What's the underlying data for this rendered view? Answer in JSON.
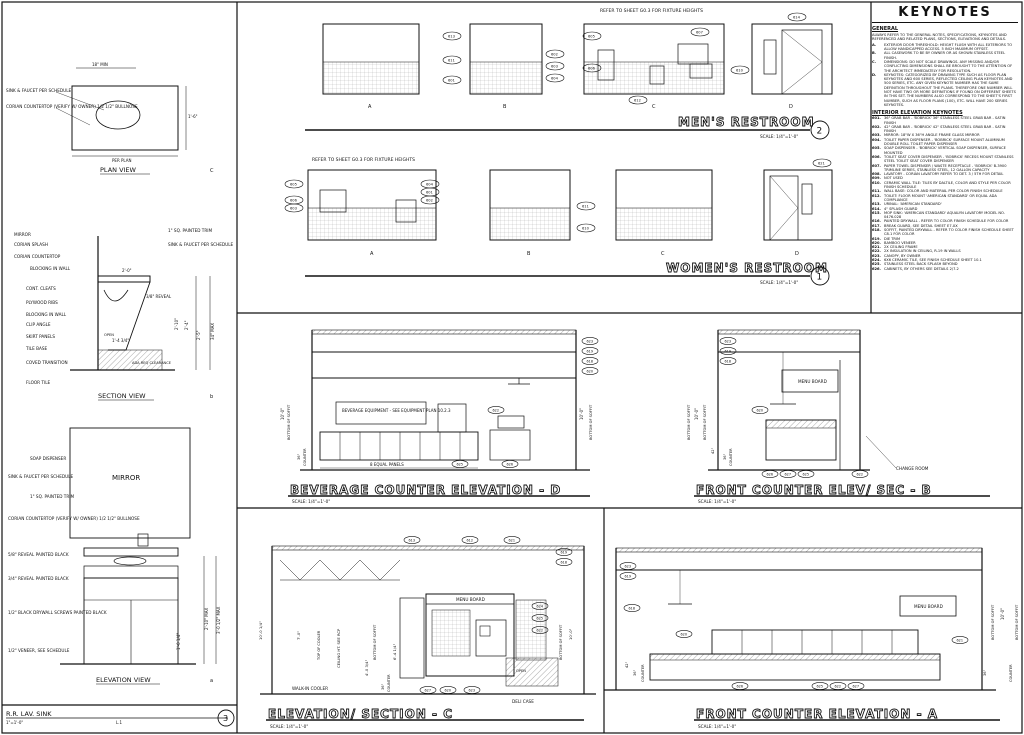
{
  "keynotes": {
    "title": "KEYNOTES",
    "general_heading": "GENERAL",
    "general_intro": "ALWAYS REFER TO THE GENERAL NOTES, SPECIFICATIONS, KEYNOTES AND REFERENCED AND RELATED PLANS, SECTIONS, ELEVATIONS AND DETAILS.",
    "general_notes": [
      {
        "id": "A.",
        "text": "EXTERIOR DOOR THRESHOLD: HEIGHT FLUSH WITH ALL EXTERIORS TO ALLOW HANDICAPPED ACCESS. 5 INCH MAXIMUM OFFSET."
      },
      {
        "id": "B.",
        "text": "ALL CASEWORK TO BE BY OWNER OR AS SHOWN STAINLESS STEEL FINISH."
      },
      {
        "id": "C.",
        "text": "DIMENSIONS: DO NOT SCALE DRAWINGS. ANY MISSING AND/OR CONFLICTING DIMENSIONS SHALL BE BROUGHT TO THE ATTENTION OF THE ARCHITECT IMMEDIATELY FOR RESOLUTION."
      },
      {
        "id": "D.",
        "text": "KEYNOTES: CATEGORIZED BY DRAWING TYPE SUCH AS FLOOR PLAN KEYNOTES AND 600 SERIES, REFLECTED CEILING PLAN KEYNOTES AND 500 SERIES, ETC. ANY GIVEN KEYNOTE NUMBER HAS THE SAME DEFINITION THROUGHOUT THE PLANS. THEREFORE ONE NUMBER WILL NOT HAVE TWO OR MORE DEFINITIONS IF FOUND ON DIFFERENT SHEETS IN THIS SET. THE NUMBERS ALSO CORRESPOND TO THE SHEET'S FIRST NUMBER, SUCH AS FLOOR PLANS (100), ETC. WILL HAVE 200 SERIES KEYNOTES."
      }
    ],
    "interior_heading": "INTERIOR ELEVATION KEYNOTES",
    "items": [
      {
        "id": "601.",
        "text": "36\" GRAB BAR - 'BOBRICK' 36\" STAINLESS STEEL GRAB BAR - SATIN FINISH"
      },
      {
        "id": "602.",
        "text": "42\" GRAB BAR - 'BOBRICK' 42\" STAINLESS STEEL GRAB BAR - SATIN FINISH"
      },
      {
        "id": "603.",
        "text": "MIRROR: 18\"W X 36\"H ANGLE FRAME GLASS MIRROR"
      },
      {
        "id": "604.",
        "text": "TOILET PAPER DISPENSER - 'BOBRICK' SURFACE MOUNT ALUMINUM DOUBLE ROLL TOILET PAPER DISPENSER"
      },
      {
        "id": "605.",
        "text": "SOAP DISPENSER - 'BOBRICK' VERTICAL SOAP DISPENSER, SURFACE MOUNTED"
      },
      {
        "id": "606.",
        "text": "TOILET SEAT COVER DISPENSER - 'BOBRICK' RECESS MOUNT STAINLESS STEEL TOILET SEAT COVER DISPENSER"
      },
      {
        "id": "607.",
        "text": "PAPER TOWEL DISPENSER / WASTE RECEPTACLE - 'BOBRICK' B-3900 TRIMLINE SERIES, STAINLESS STEEL, 12 GALLON CAPACITY"
      },
      {
        "id": "608.",
        "text": "LAVATORY - CORIAN LAVATORY REFER TO DET. 3 / 5TH FOR DETAIL"
      },
      {
        "id": "609.",
        "text": "NOT USED"
      },
      {
        "id": "610.",
        "text": "CERAMIC WALL TILE: TILES BY DALTILE, COLOR AND STYLE PER COLOR FINISH SCHEDULE"
      },
      {
        "id": "611.",
        "text": "WALL BASE: COLOR AND MATERIAL PER COLOR FINISH SCHEDULE"
      },
      {
        "id": "612.",
        "text": "TOILET: FLOOR MOUNT 'AMERICAN STANDARD' OR EQUAL ADA COMPLIANCE"
      },
      {
        "id": "613.",
        "text": "URINAL: 'AMERICAN STANDARD'"
      },
      {
        "id": "614.",
        "text": "4\" SPLASH GUARD"
      },
      {
        "id": "615.",
        "text": "MOP SINK: 'AMERICAN STANDARD' AQUALYN LAVATORY MODEL NO. 0476.028"
      },
      {
        "id": "616.",
        "text": "PAINTED DRYWALL - REFER TO COLOR FINISH SCHEDULE FOR COLOR"
      },
      {
        "id": "617.",
        "text": "BREAK GUARD, SEE DETAIL SHEET E7.XX"
      },
      {
        "id": "618.",
        "text": "SOFFIT, PAINTED DRYWALL - REFER TO COLOR FINISH SCHEDULE SHEET C8.1 FOR COLOR"
      },
      {
        "id": "619.",
        "text": "DIE TRIM"
      },
      {
        "id": "620.",
        "text": "BAMBOO VENEER"
      },
      {
        "id": "621.",
        "text": "2X CEILING FRAME"
      },
      {
        "id": "622.",
        "text": "2X INSULATION IN CEILING, R-19 IN WALLS"
      },
      {
        "id": "623.",
        "text": "CANOPY, BY OWNER"
      },
      {
        "id": "624.",
        "text": "6X6 CERAMIC TILE, SEE FINISH SCHEDULE SHEET 10.1"
      },
      {
        "id": "625.",
        "text": "STAINLESS STEEL BACK SPLASH BEYOND"
      },
      {
        "id": "626.",
        "text": "CABINETS, BY OTHERS SEE DETAILS 2/7.2"
      }
    ]
  },
  "mens": {
    "note": "REFER TO SHEET G0.3 FOR FIXTURE HEIGHTS",
    "elevations": [
      "A",
      "B",
      "C",
      "D"
    ],
    "title": "MEN'S RESTROOM",
    "scale": "SCALE: 1/4\"=1'-0\"",
    "number": "2",
    "tags": [
      "613",
      "611",
      "601",
      "602",
      "603",
      "604",
      "605",
      "606",
      "607",
      "612",
      "610",
      "614"
    ]
  },
  "womens": {
    "note": "REFER TO SHEET G0.3 FOR FIXTURE HEIGHTS",
    "elevations": [
      "A",
      "B",
      "C",
      "D"
    ],
    "title": "WOMEN'S RESTROOM",
    "scale": "SCALE: 1/4\"=1'-0\"",
    "number": "1",
    "tags": [
      "605",
      "606",
      "603",
      "604",
      "601",
      "602",
      "611",
      "610",
      "621"
    ]
  },
  "plan_view": {
    "dims": [
      "18\" MIN",
      "1'-6\"",
      "PER PLAN"
    ],
    "labels": [
      "SINK & FAUCET PER SCHEDULE",
      "CORIAN COUNTERTOP (VERIFY W/ OWNER) 1/2 1/2\" BULLNOSE"
    ],
    "title": "PLAN VIEW",
    "letter": "C"
  },
  "section_view": {
    "labels": [
      "MIRROR",
      "CORIAN SPLASH",
      "CORIAN COUNTERTOP",
      "BLOCKING IN WALL",
      "CONT. CLEATS",
      "PLYWOOD RIBS",
      "BLOCKING IN WALL",
      "CLIP ANGLE",
      "SKIRT PANELS",
      "TILE BASE",
      "COVED TRANSITION",
      "FLOOR TILE"
    ],
    "right_labels": [
      "1\" SQ. PAINTED TRIM",
      "SINK & FAUCET PER SCHEDULE",
      "3/8\" REVEAL"
    ],
    "dims": [
      "2'-0\"",
      "1'-4 3/4\"",
      "2'-10\"",
      "2'-4\"",
      "2'-5\"",
      "34\" MAX",
      "ADA REQ CLEARANCE",
      "OPEN"
    ],
    "title": "SECTION VIEW",
    "letter": "b"
  },
  "elevation_view": {
    "labels": [
      "SOAP DISPENSER",
      "SINK & FAUCET PER SCHEDULE",
      "1\" SQ. PAINTED TRIM",
      "CORIAN COUNTERTOP (VERIFY W/ OWNER) 1/2 1/2\" BULLNOSE",
      "5/8\" REVEAL PAINTED BLACK",
      "3/4\" REVEAL PAINTED BLACK",
      "1/2\" BLACK DRYWALL SCREWS PAINTED BLACK",
      "1/2\" VENEER, SEE SCHEDULE"
    ],
    "mirror": "MIRROR",
    "dims": [
      "1'-0 1/4\"",
      "2'-10\" MAX",
      "3'-0 1/2\" MAX"
    ],
    "title": "ELEVATION VIEW",
    "letter": "a"
  },
  "rr_block": {
    "title": "R.R. LAV. SINK",
    "scale": "1\"=1'-0\"",
    "ref": "L.1",
    "number": "3"
  },
  "beverage": {
    "title": "BEVERAGE COUNTER ELEVATION - D",
    "scale": "SCALE: 1/4\"=1'-0\"",
    "note": "BEVERAGE EQUIPMENT - SEE EQUIPMENT PLAN 10.2.3",
    "dims": [
      "BOTTOM OF SOFFIT",
      "10'-0\"",
      "36\"",
      "COUNTER",
      "8 EQUAL PANELS"
    ],
    "tags": [
      "623",
      "619",
      "618",
      "620",
      "622",
      "625",
      "626"
    ]
  },
  "front_b": {
    "title": "FRONT COUNTER ELEV/ SEC - B",
    "scale": "SCALE: 1/4\"=1'-0\"",
    "menu": "MENU BOARD",
    "labels": [
      "CHANGE ROOM"
    ],
    "dims": [
      "BOTTOM OF SOFFIT",
      "10'-0\"",
      "BOTTOM OF SOFFIT",
      "42\"",
      "36\"",
      "COUNTER"
    ],
    "tags": [
      "623",
      "619",
      "618",
      "620",
      "626",
      "627",
      "625",
      "622"
    ]
  },
  "elev_c": {
    "title": "ELEVATION/ SECTION - C",
    "scale": "SCALE: 1/4\"=1'-0\"",
    "menu": "MENU BOARD",
    "labels": [
      "WALK-IN COOLER",
      "DELI CASE",
      "OPEN"
    ],
    "dims": [
      "10'-0 1/4\"",
      "7'-0\"",
      "CEILING HT. SEE RCP",
      "BOTTOM OF SOFFIT",
      "6'-4 1/4\"",
      "4'-0 3/4\"",
      "BOTTOM OF SOFFIT",
      "10'-0\"",
      "TOP OF COOLER",
      "36\"",
      "COUNTER"
    ],
    "tags": [
      "613",
      "612",
      "621",
      "624",
      "625",
      "622",
      "627",
      "620",
      "623",
      "619",
      "618"
    ]
  },
  "front_a": {
    "title": "FRONT COUNTER ELEVATION - A",
    "scale": "SCALE: 1/4\"=1'-0\"",
    "menu": "MENU BOARD",
    "dims": [
      "42\"",
      "36\"",
      "COUNTER",
      "BOTTOM OF SOFFIT",
      "10'-0\"",
      "36\"",
      "COUNTER",
      "BOTTOM OF SOFFIT"
    ],
    "tags": [
      "623",
      "619",
      "618",
      "620",
      "621",
      "626",
      "625",
      "622",
      "627"
    ]
  }
}
